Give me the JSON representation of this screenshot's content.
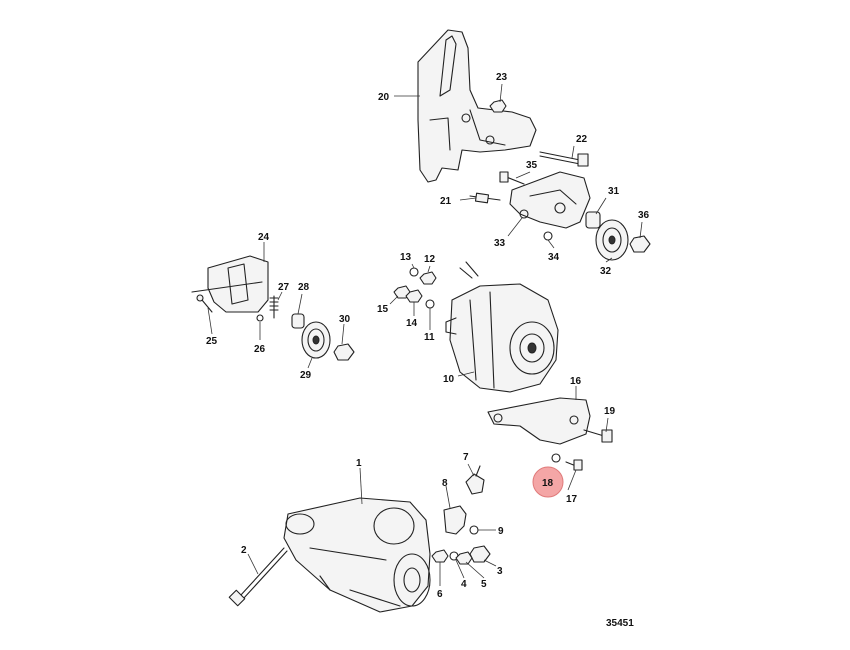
{
  "diagram": {
    "figure_number": "35451",
    "highlighted_callout": "18",
    "callouts": [
      {
        "id": "c1",
        "label": "1"
      },
      {
        "id": "c2",
        "label": "2"
      },
      {
        "id": "c3",
        "label": "3"
      },
      {
        "id": "c4",
        "label": "4"
      },
      {
        "id": "c5",
        "label": "5"
      },
      {
        "id": "c6",
        "label": "6"
      },
      {
        "id": "c7",
        "label": "7"
      },
      {
        "id": "c8",
        "label": "8"
      },
      {
        "id": "c9",
        "label": "9"
      },
      {
        "id": "c10",
        "label": "10"
      },
      {
        "id": "c11",
        "label": "11"
      },
      {
        "id": "c12",
        "label": "12"
      },
      {
        "id": "c13",
        "label": "13"
      },
      {
        "id": "c14",
        "label": "14"
      },
      {
        "id": "c15",
        "label": "15"
      },
      {
        "id": "c16",
        "label": "16"
      },
      {
        "id": "c17",
        "label": "17"
      },
      {
        "id": "c18",
        "label": "18"
      },
      {
        "id": "c19",
        "label": "19"
      },
      {
        "id": "c20",
        "label": "20"
      },
      {
        "id": "c21",
        "label": "21"
      },
      {
        "id": "c22",
        "label": "22"
      },
      {
        "id": "c23",
        "label": "23"
      },
      {
        "id": "c24",
        "label": "24"
      },
      {
        "id": "c25",
        "label": "25"
      },
      {
        "id": "c26",
        "label": "26"
      },
      {
        "id": "c27",
        "label": "27"
      },
      {
        "id": "c28",
        "label": "28"
      },
      {
        "id": "c29",
        "label": "29"
      },
      {
        "id": "c30",
        "label": "30"
      },
      {
        "id": "c31",
        "label": "31"
      },
      {
        "id": "c32",
        "label": "32"
      },
      {
        "id": "c33",
        "label": "33"
      },
      {
        "id": "c34",
        "label": "34"
      },
      {
        "id": "c35",
        "label": "35"
      },
      {
        "id": "c36",
        "label": "36"
      }
    ],
    "colors": {
      "line": "#222222",
      "highlight": "#f4a6a6",
      "background": "#ffffff"
    }
  }
}
